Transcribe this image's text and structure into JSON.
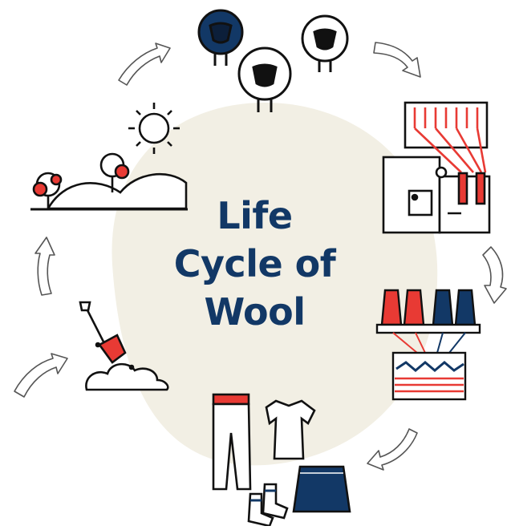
{
  "title": {
    "line1": "Life",
    "line2": "Cycle of",
    "line3": "Wool"
  },
  "colors": {
    "navy": "#123866",
    "red": "#e83a34",
    "ink": "#111111",
    "blob": "#f2efe4",
    "arrow": "#555555"
  },
  "stages": [
    {
      "name": "sheep-icon"
    },
    {
      "name": "spinning-machine-icon"
    },
    {
      "name": "yarn-weaving-icon"
    },
    {
      "name": "clothing-icon"
    },
    {
      "name": "soil-shovel-icon"
    },
    {
      "name": "landscape-sun-icon"
    }
  ]
}
